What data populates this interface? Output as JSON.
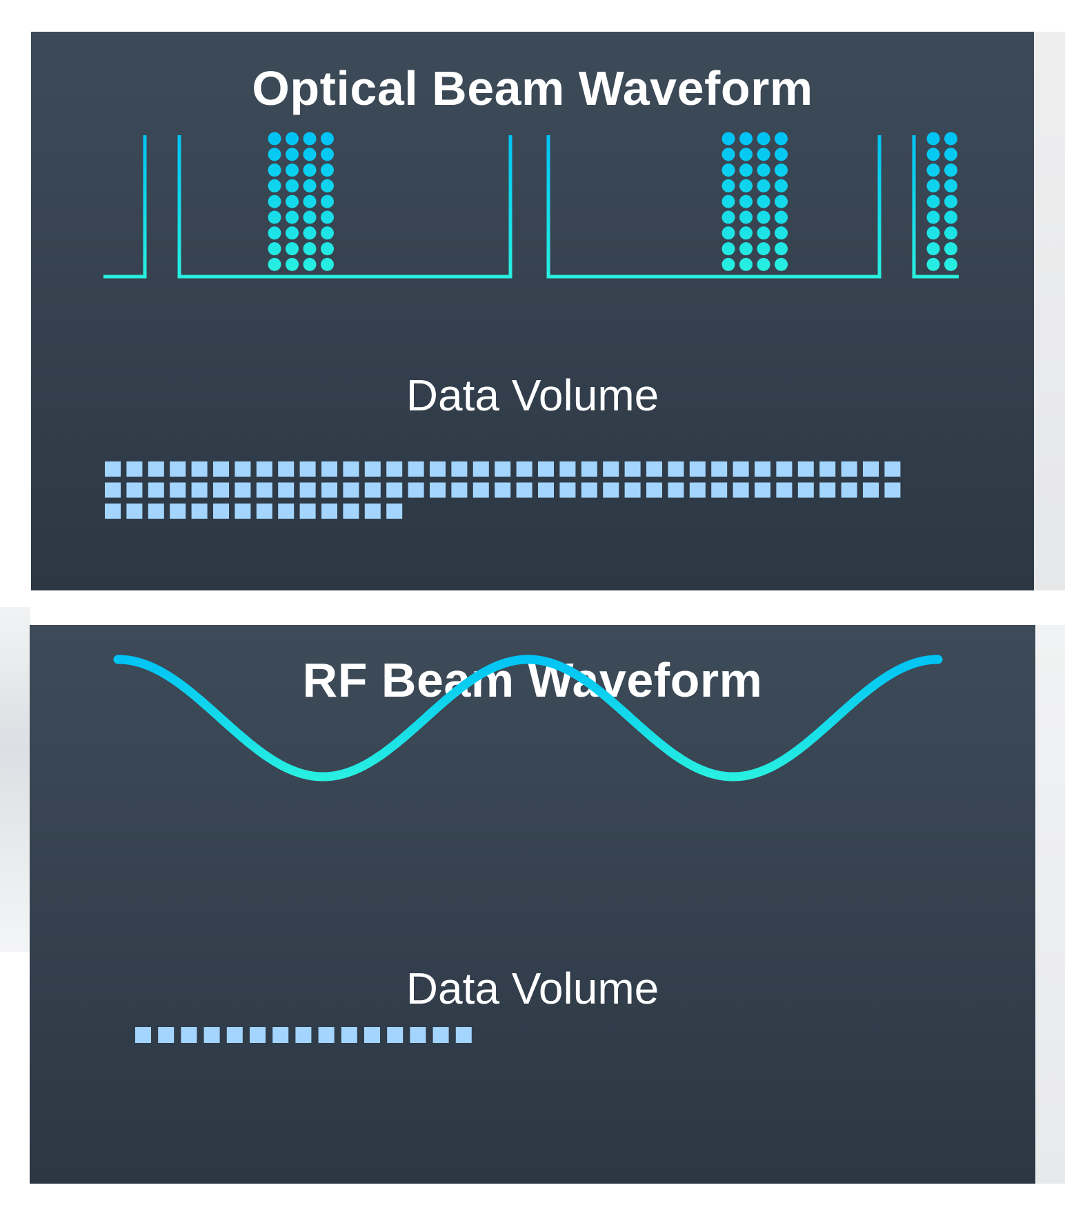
{
  "optical_panel": {
    "title": "Optical Beam Waveform",
    "data_volume_label": "Data Volume",
    "data_volume_blocks": 88
  },
  "rf_panel": {
    "title": "RF Beam Waveform",
    "data_volume_label": "Data Volume",
    "data_volume_blocks": 15
  },
  "colors": {
    "panel_top": "#3d4b59",
    "panel_bottom": "#2c3744",
    "waveform_blue": "#00c3f5",
    "waveform_cyan": "#29f0e0",
    "data_block": "#a3d5ff",
    "title_text": "#ffffff"
  }
}
